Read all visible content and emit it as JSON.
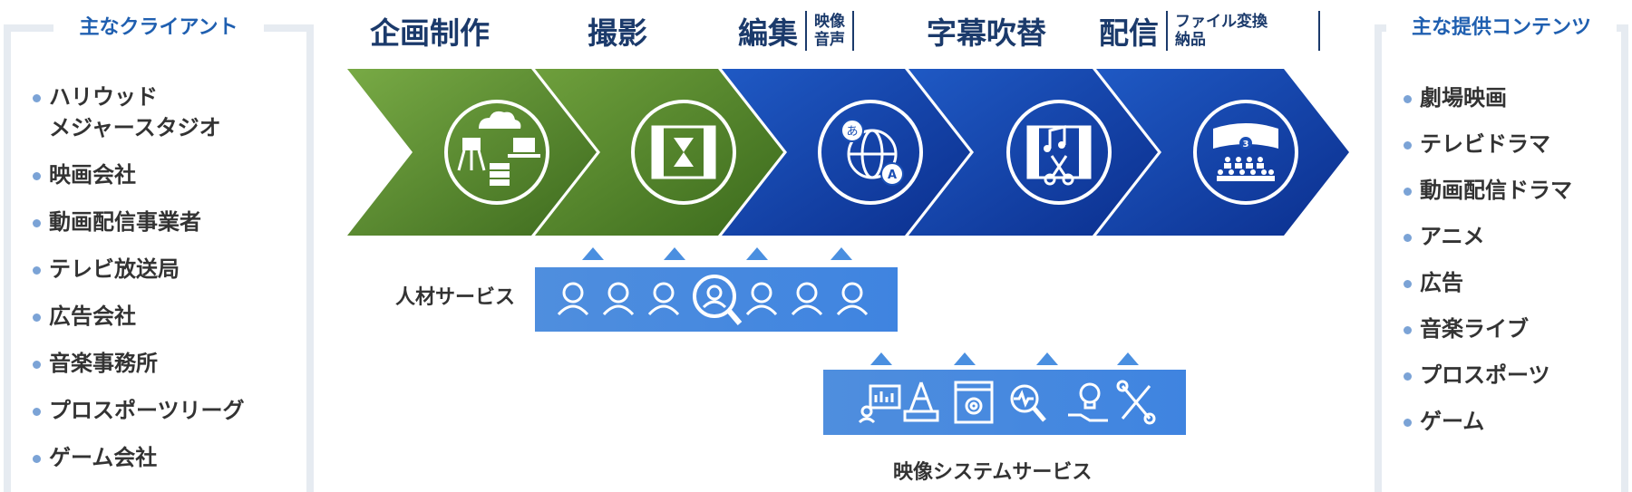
{
  "clients": {
    "title": "主なクライアント",
    "items": [
      "ハリウッド\nメジャースタジオ",
      "映画会社",
      "動画配信事業者",
      "テレビ放送局",
      "広告会社",
      "音楽事務所",
      "プロスポーツリーグ",
      "ゲーム会社"
    ]
  },
  "contents": {
    "title": "主な提供コンテンツ",
    "items": [
      "劇場映画",
      "テレビドラマ",
      "動画配信ドラマ",
      "アニメ",
      "広告",
      "音楽ライブ",
      "プロスポーツ",
      "ゲーム"
    ]
  },
  "stages": [
    {
      "label": "企画制作",
      "icon": "camera-cloud-server-icon",
      "color": "green"
    },
    {
      "label": "撮影",
      "icon": "film-hourglass-icon",
      "color": "green"
    },
    {
      "label": "編集",
      "sub": [
        "映像",
        "音声"
      ],
      "icon": "globe-translate-icon",
      "color": "blue"
    },
    {
      "label": "字幕吹替",
      "icon": "film-music-scissors-icon",
      "color": "blue"
    },
    {
      "label": "配信",
      "sub": [
        "ファイル変換",
        "納品"
      ],
      "icon": "theater-screen-icon",
      "color": "blue"
    }
  ],
  "services": {
    "human": "人材サービス",
    "system": "映像システムサービス"
  },
  "colors": {
    "green_dark": "#3f6f1f",
    "green_light": "#77a844",
    "blue_dark": "#0d2f8f",
    "blue_light": "#2a6dd1",
    "bar_blue": "#4a8fe0",
    "title_blue": "#1f5fb0"
  }
}
